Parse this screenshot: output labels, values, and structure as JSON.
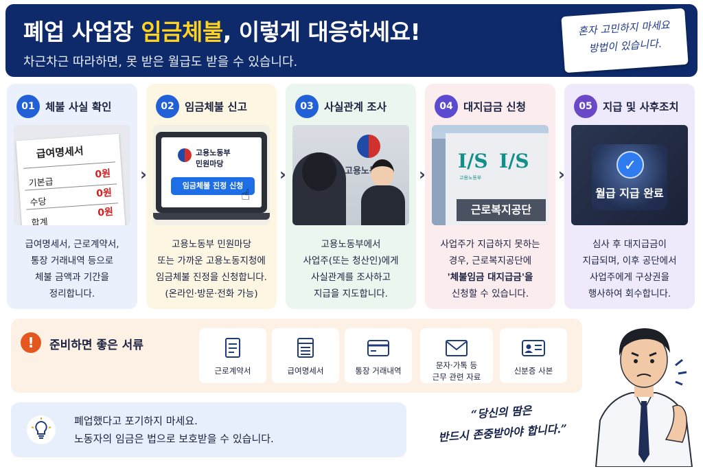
{
  "header": {
    "title_pre": "폐업 사업장 ",
    "title_highlight": "임금체불",
    "title_post": ", 이렇게 대응하세요!",
    "subtitle": "차근차근 따라하면, 못 받은 월급도 받을 수 있습니다.",
    "note_line1": "혼자 고민하지 마세요",
    "note_line2": "방법이 있습니다."
  },
  "steps": [
    {
      "num": "01",
      "title": "체불 사실 확인",
      "desc": [
        "급여명세서, 근로계약서,",
        "통장 거래내역 등으로",
        "체불 금액과 기간을",
        "정리합니다."
      ],
      "slip": {
        "title": "급여명세서",
        "rows": [
          {
            "label": "기본급",
            "value": "0원"
          },
          {
            "label": "수당",
            "value": "0원"
          },
          {
            "label": "합계",
            "value": "0원"
          }
        ]
      }
    },
    {
      "num": "02",
      "title": "임금체불 신고",
      "desc": [
        "고용노동부 민원마당",
        "또는 가까운 고용노동지청에",
        "임금체불 진정을 신청합니다.",
        "(온라인·방문·전화 가능)"
      ],
      "screen": {
        "line1": "고용노동부",
        "line2": "민원마당",
        "button": "임금체불 진정 신청"
      }
    },
    {
      "num": "03",
      "title": "사실관계 조사",
      "desc": [
        "고용노동부에서",
        "사업주(또는 청산인)에게",
        "사실관계를 조사하고",
        "지급을 지도합니다."
      ],
      "sign": "고용노동"
    },
    {
      "num": "04",
      "title": "대지급금 신청",
      "desc": [
        "사업주가 지급하지 못하는",
        "경우, 근로복지공단에",
        "'체불임금 대지급금'을",
        "신청할 수 있습니다."
      ],
      "building": {
        "small": "고용노동부",
        "sign": "근로복지공단"
      }
    },
    {
      "num": "05",
      "title": "지급 및 사후조치",
      "desc": [
        "심사 후 대지급금이",
        "지급되며, 이후 공단에서",
        "사업주에게 구상권을",
        "행사하여 회수합니다."
      ],
      "phone": {
        "text": "월급 지급 완료"
      }
    }
  ],
  "documents": {
    "title": "준비하면 좋은 서류",
    "items": [
      {
        "icon": "document-icon",
        "lines": [
          "근로계약서"
        ]
      },
      {
        "icon": "spreadsheet-icon",
        "lines": [
          "급여명세서"
        ]
      },
      {
        "icon": "card-icon",
        "lines": [
          "통장 거래내역"
        ]
      },
      {
        "icon": "envelope-icon",
        "lines": [
          "문자·가톡 등",
          "근무 관련 자료"
        ]
      },
      {
        "icon": "id-card-icon",
        "lines": [
          "신분증 사본"
        ]
      }
    ]
  },
  "tip": {
    "line1": "폐업했다고 포기하지 마세요.",
    "line2": "노동자의 임금은 법으로 보호받을 수 있습니다."
  },
  "quote": {
    "line1": "“당신의 땀은",
    "line2": "반드시 존중받아야 합니다.”"
  },
  "colors": {
    "header_bg": "#0e2a6b",
    "highlight": "#ffd21f",
    "step_blue": "#2160d6",
    "warning": "#e4571e",
    "amount_red": "#d21f1f"
  }
}
